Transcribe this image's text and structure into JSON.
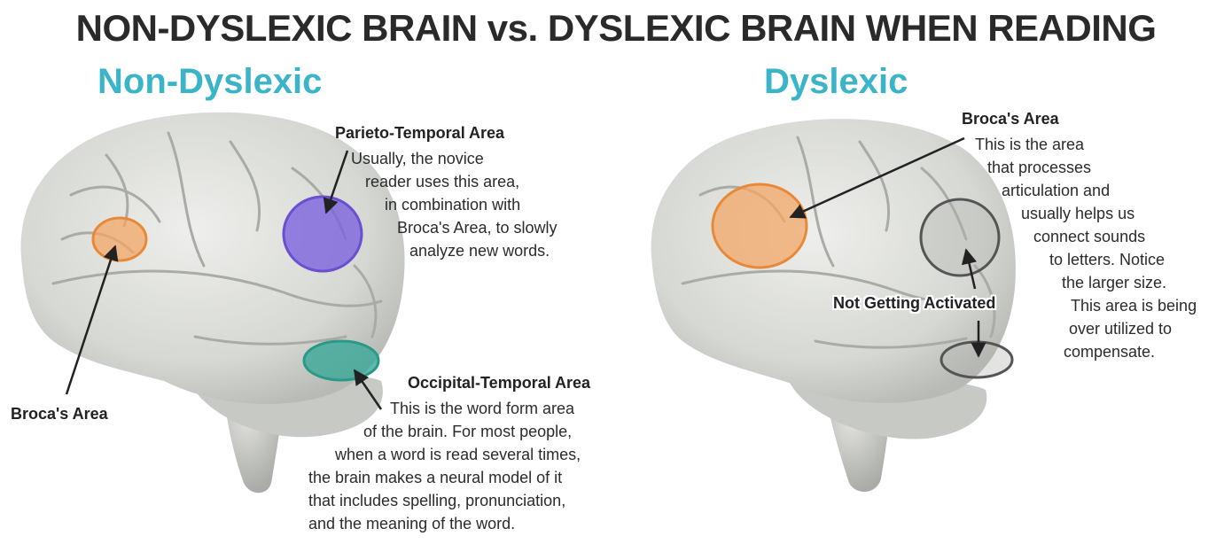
{
  "title": "NON-DYSLEXIC BRAIN vs. DYSLEXIC BRAIN WHEN READING",
  "left": {
    "heading": "Non-Dyslexic",
    "broca_label": "Broca's Area",
    "parieto_title": "Parieto-Temporal Area",
    "parieto_lines": [
      "Usually, the novice",
      "reader uses this area,",
      "in combination with",
      "Broca's Area, to slowly",
      "analyze new words."
    ],
    "occipital_title": "Occipital-Temporal Area",
    "occipital_lines": [
      "This is the word form area",
      "of the brain. For most people,",
      "when a word is read several times,",
      "the brain makes a neural model of it",
      "that includes spelling, pronunciation,",
      "and the meaning of the word."
    ]
  },
  "right": {
    "heading": "Dyslexic",
    "broca_title": "Broca's Area",
    "broca_lines": [
      "This is the area",
      "that processes",
      "articulation and",
      "usually helps us",
      "connect sounds",
      "to letters. Notice",
      "the larger size.",
      "This area is being",
      "over utilized to",
      "compensate."
    ],
    "not_activated_label": "Not Getting Activated"
  },
  "colors": {
    "heading": "#3bb3c9",
    "broca": "#e8893a",
    "parieto": "#6a4fd0",
    "occipital": "#2a9a88",
    "inactive": "#555555",
    "brain": "#d9dbd6"
  }
}
